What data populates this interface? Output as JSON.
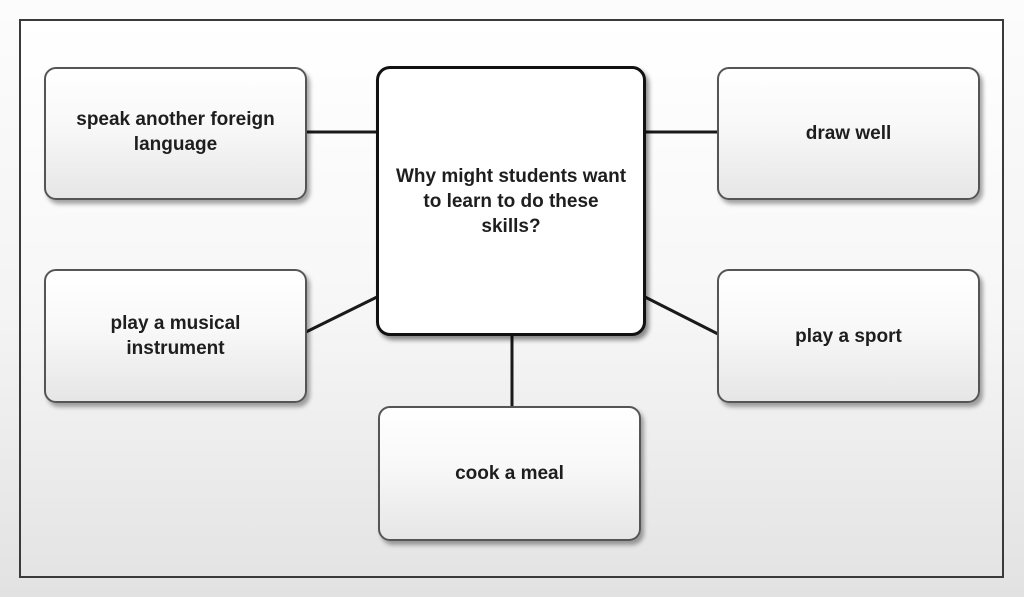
{
  "diagram": {
    "center": {
      "text": "Why might students want to learn to do these skills?"
    },
    "nodes": [
      {
        "id": "speak-another-foreign-language",
        "text": "speak another foreign language"
      },
      {
        "id": "draw-well",
        "text": "draw well"
      },
      {
        "id": "play-a-musical-instrument",
        "text": "play a musical instrument"
      },
      {
        "id": "play-a-sport",
        "text": "play a sport"
      },
      {
        "id": "cook-a-meal",
        "text": "cook a meal"
      }
    ]
  }
}
